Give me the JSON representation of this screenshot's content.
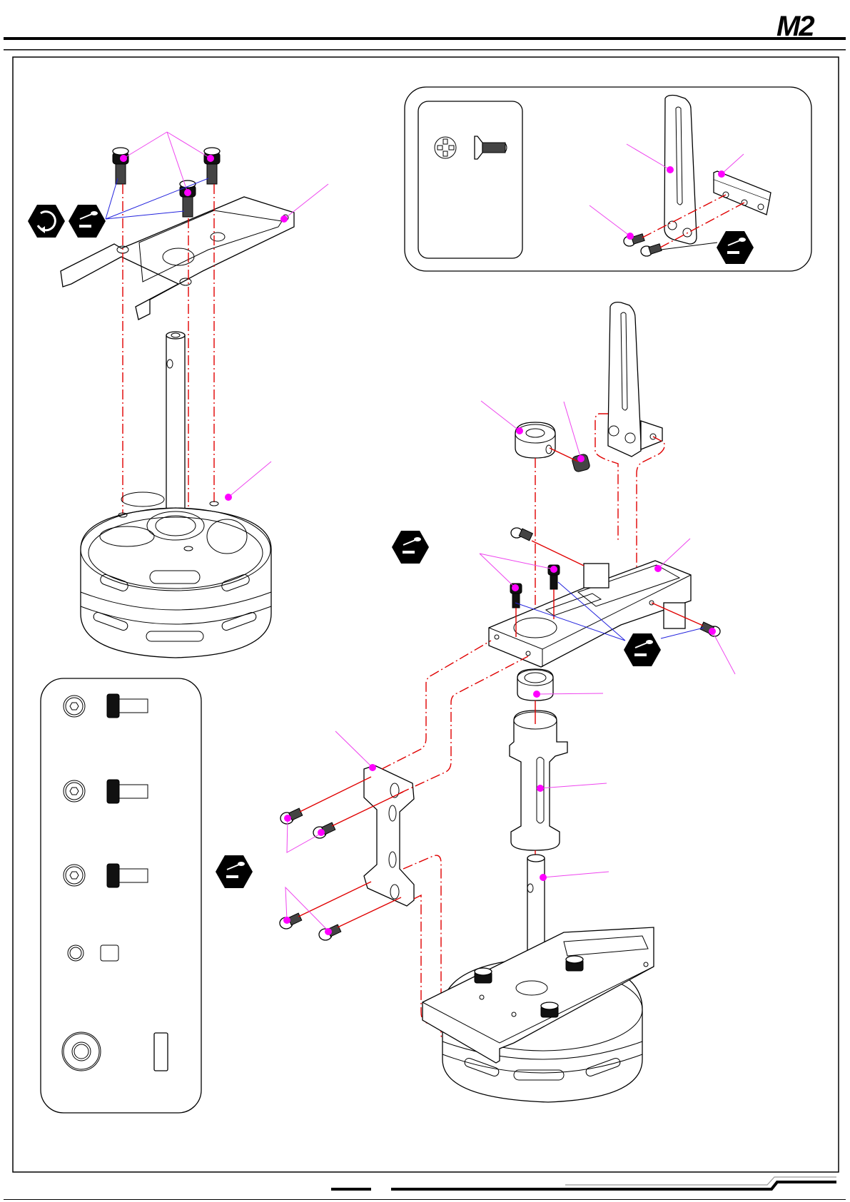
{
  "header": {
    "logo_text": "M2"
  },
  "icons": {
    "threadlock": "threadlock-icon",
    "rotate": "rotate-tighten-icon",
    "phillips_head": "phillips-screw-head-icon",
    "hex_socket": "hex-socket-screw-icon"
  },
  "colors": {
    "assembly_axis": "#e00000",
    "callout_leader": "#ee44ee",
    "callout_dot": "#ff00ff",
    "threadlock_link": "#2222dd",
    "line_art": "#000000"
  },
  "parts_legend_top": {
    "items": [
      {
        "icon": "phillips-screw-head-icon",
        "type": "countersunk-phillips-screw"
      }
    ]
  },
  "parts_legend_bottom": {
    "items": [
      {
        "icon": "hex-socket-screw-icon",
        "type": "socket-cap-screw"
      },
      {
        "icon": "hex-socket-screw-icon",
        "type": "socket-cap-screw"
      },
      {
        "icon": "hex-socket-screw-icon",
        "type": "socket-cap-screw"
      },
      {
        "icon": "set-screw-icon",
        "type": "set-screw"
      },
      {
        "icon": "bearing-icon",
        "type": "bearing"
      }
    ]
  }
}
